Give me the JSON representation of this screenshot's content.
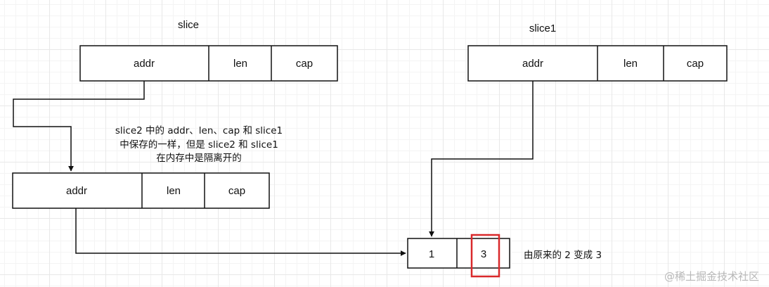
{
  "slice": {
    "title": "slice",
    "cells": [
      "addr",
      "len",
      "cap"
    ]
  },
  "slice1": {
    "title": "slice1",
    "cells": [
      "addr",
      "len",
      "cap"
    ]
  },
  "slice2": {
    "cells": [
      "addr",
      "len",
      "cap"
    ]
  },
  "note": {
    "lines": [
      "slice2 中的 addr、len、cap 和 slice1",
      "中保存的一样，但是 slice2 和 slice1",
      "在内存中是隔离开的"
    ]
  },
  "array": {
    "cells": [
      "1",
      "3"
    ],
    "highlight_color": "#d9292b",
    "change_note": "由原来的 2 变成 3"
  },
  "watermark": "@稀土掘金技术社区",
  "colors": {
    "line": "#111111",
    "highlight": "#d9292b",
    "watermark": "#b8b8b8"
  }
}
